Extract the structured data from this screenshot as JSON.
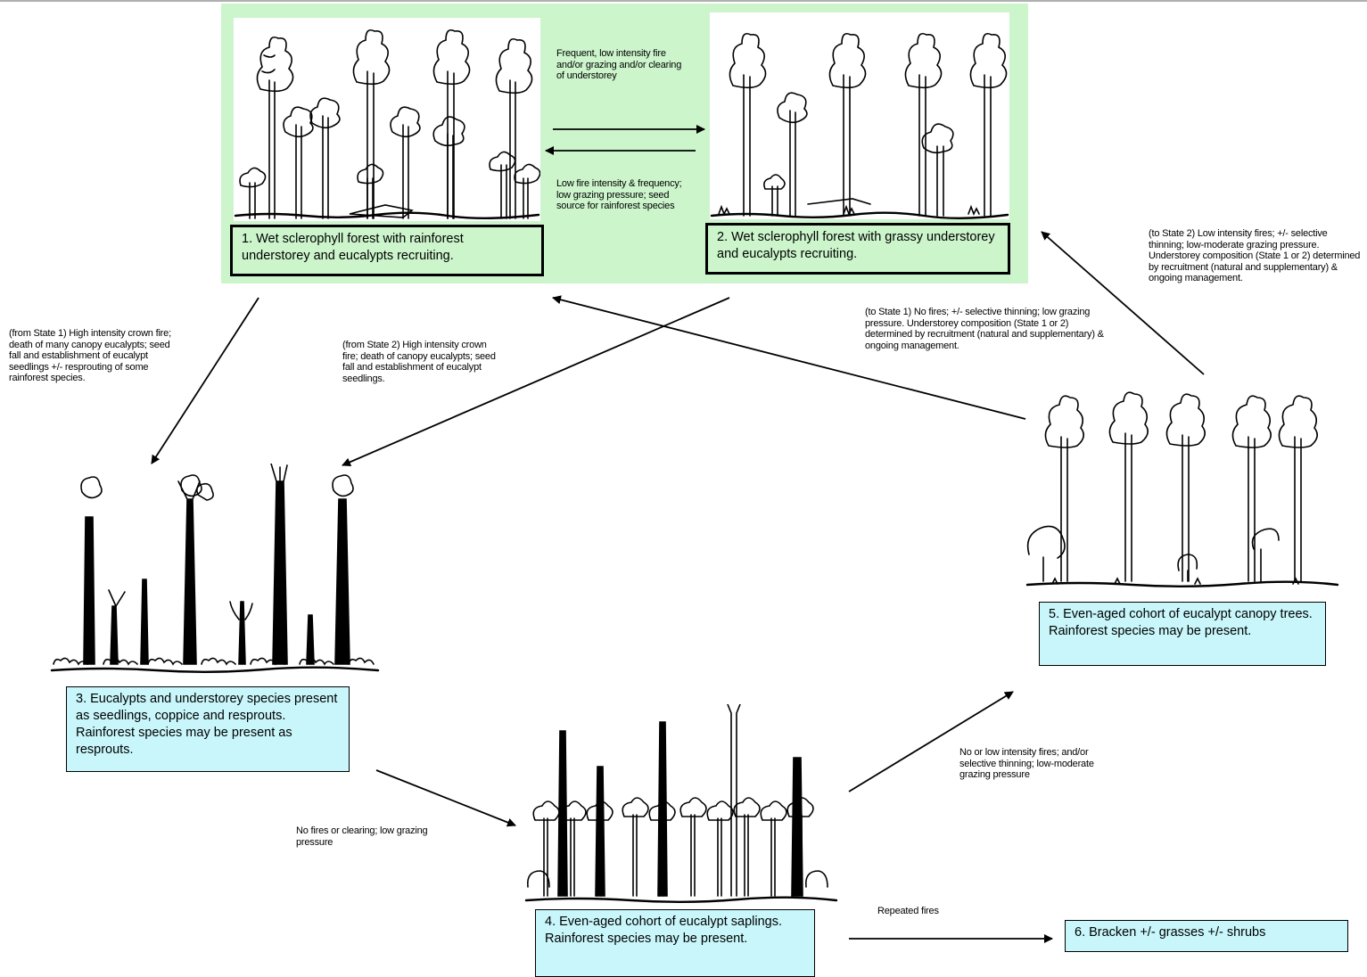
{
  "states": {
    "s1": "1. Wet sclerophyll forest with rainforest understorey and eucalypts recruiting.",
    "s2": "2. Wet sclerophyll forest with grassy understorey and eucalypts recruiting.",
    "s3": "3. Eucalypts and understorey species present as seedlings, coppice and resprouts. Rainforest species may be present as resprouts.",
    "s4": "4. Even-aged cohort of eucalypt saplings. Rainforest species may be present.",
    "s5": "5. Even-aged cohort of eucalypt canopy trees. Rainforest species may be present.",
    "s6": "6. Bracken +/- grasses +/- shrubs"
  },
  "transitions": {
    "t_1_to_2": "Frequent, low intensity fire and/or grazing and/or clearing of understorey",
    "t_2_to_1": "Low fire intensity & frequency; low grazing pressure; seed source for rainforest species",
    "t_1_to_3": "(from State 1) High intensity crown fire; death of many canopy eucalypts; seed fall and establishment of eucalypt seedlings +/- resprouting of some rainforest species.",
    "t_2_to_3": "(from State 2) High intensity crown fire; death of canopy eucalypts; seed fall and establishment of eucalypt seedlings.",
    "t_5_to_1": "(to State 1) No fires; +/- selective thinning; low grazing pressure. Understorey composition (State 1 or 2) determined by recruitment (natural and supplementary) & ongoing management.",
    "t_5_to_2": "(to State 2) Low intensity fires; +/- selective thinning; low-moderate grazing pressure. Understorey composition (State 1 or 2) determined by recruitment (natural and supplementary) & ongoing management.",
    "t_3_to_4": "No fires or clearing; low grazing pressure",
    "t_4_to_5": "No or low intensity fires; and/or selective thinning; low-moderate grazing pressure",
    "t_4_to_6": "Repeated fires"
  },
  "icons": [
    "forest-rainforest-understorey",
    "forest-grassy-understorey",
    "burnt-trees-resprouts",
    "eucalypt-saplings",
    "eucalypt-canopy-trees"
  ]
}
